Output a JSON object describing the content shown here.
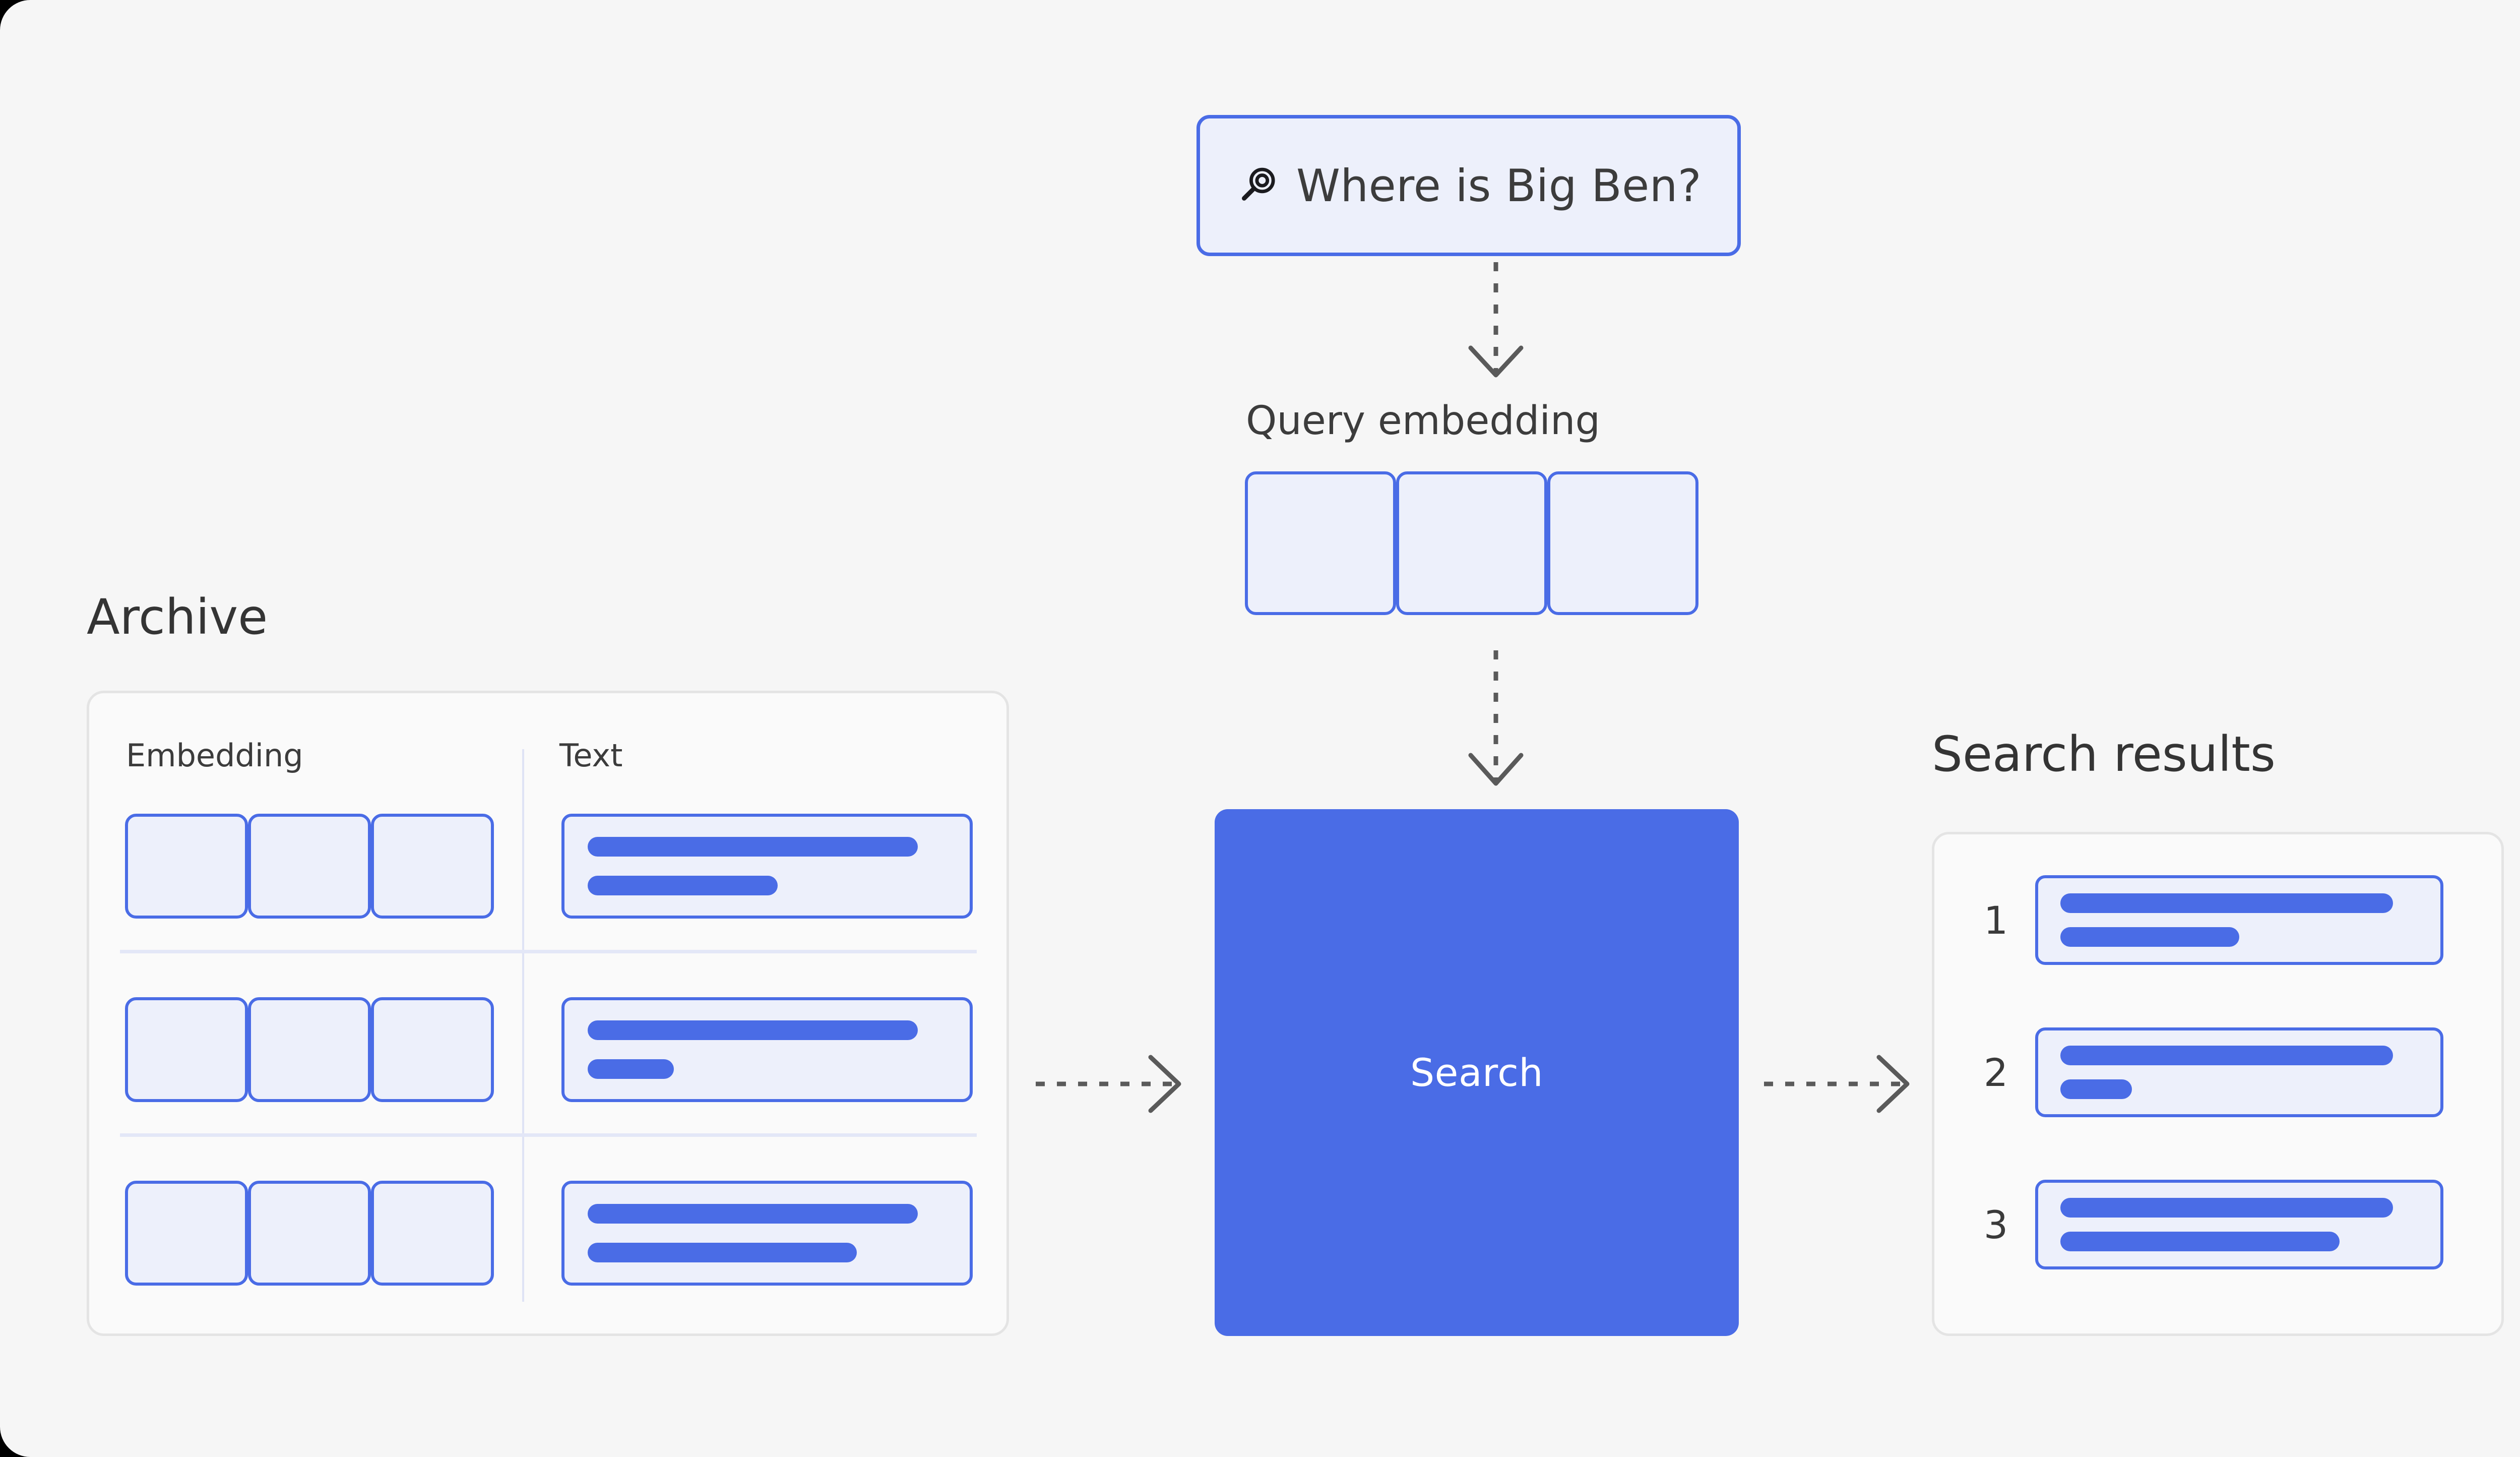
{
  "query": {
    "icon": "magnifier-icon",
    "text": "Where is Big Ben?"
  },
  "query_embedding": {
    "title": "Query embedding",
    "cells": [
      "",
      "",
      ""
    ]
  },
  "archive": {
    "title": "Archive",
    "columns": [
      "Embedding",
      "Text"
    ],
    "rows": [
      {
        "embedding_cells": [
          "",
          "",
          ""
        ],
        "text_bars": [
          92,
          53
        ]
      },
      {
        "embedding_cells": [
          "",
          "",
          ""
        ],
        "text_bars": [
          92,
          24
        ]
      },
      {
        "embedding_cells": [
          "",
          "",
          ""
        ],
        "text_bars": [
          92,
          75
        ]
      }
    ]
  },
  "search": {
    "label": "Search"
  },
  "results": {
    "title": "Search results",
    "items": [
      {
        "rank": "1",
        "text_bars": [
          93,
          50
        ]
      },
      {
        "rank": "2",
        "text_bars": [
          93,
          20
        ]
      },
      {
        "rank": "3",
        "text_bars": [
          93,
          78
        ]
      }
    ]
  },
  "arrows": {
    "query_to_embedding": "dotted-arrow-down",
    "embedding_to_search": "dotted-arrow-down",
    "archive_to_search": "dotted-arrow-right",
    "search_to_results": "dotted-arrow-right"
  },
  "colors": {
    "accent": "#4a6ce6",
    "accent_soft": "#edf0fb",
    "page_bg": "#f6f6f6",
    "card_bg": "#fafafa",
    "card_border": "#e4e4e4",
    "divider": "#e3e7f7",
    "text": "#3c3c3c",
    "arrow": "#5a5a5a"
  }
}
